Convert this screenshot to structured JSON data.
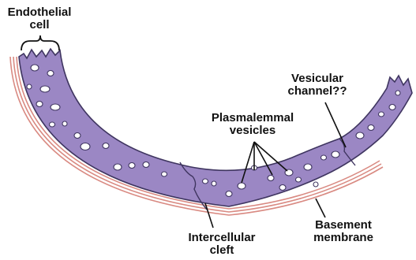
{
  "labels": {
    "endothelial_cell": [
      "Endothelial",
      "cell"
    ],
    "vesicular_channel": [
      "Vesicular",
      "channel??"
    ],
    "plasmalemmal_vesicles": [
      "Plasmalemmal",
      "vesicles"
    ],
    "basement_membrane": [
      "Basement",
      "membrane"
    ],
    "intercellular_cleft": [
      "Intercellular",
      "cleft"
    ]
  },
  "colors": {
    "cell_fill": "#9b87c4",
    "outline": "#3f3560",
    "membrane": "#d98a82",
    "vesicle_fill": "#ffffff",
    "text": "#111111"
  }
}
